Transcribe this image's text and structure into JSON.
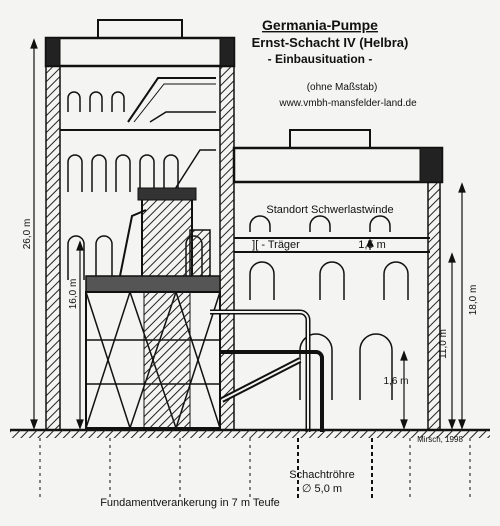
{
  "title": {
    "main": "Germania-Pumpe",
    "sub": "Ernst-Schacht IV (Helbra)",
    "situation": "- Einbausituation -",
    "scale_note": "(ohne Maßstab)",
    "website": "www.vmbh-mansfelder-land.de"
  },
  "labels": {
    "heavy_winch": "Standort Schwerlastwinde",
    "beam": "][ - Träger",
    "beam_span": "1,5 m",
    "shaft_tube": "Schachtröhre",
    "shaft_diameter": "∅ 5,0 m",
    "foundation": "Fundamentverankerung in 7 m Teufe",
    "author": "Mirsch, 1998"
  },
  "dimensions": {
    "total_height": "26,0 m",
    "pump_height": "16,0 m",
    "hall_height": "18,0 m",
    "beam_height": "11,0 m",
    "pipe_height": "1,6 m"
  }
}
